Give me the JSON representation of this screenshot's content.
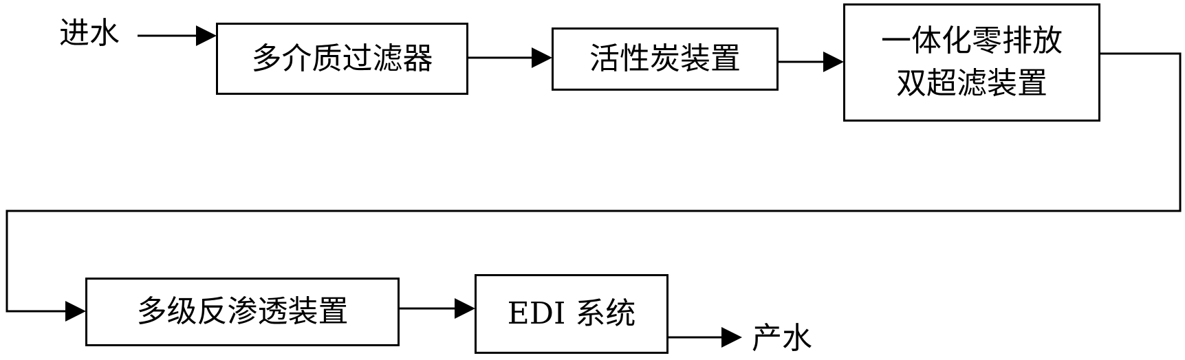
{
  "input_label": "进水",
  "output_label": "产水",
  "nodes": {
    "multimedia_filter": "多介质过滤器",
    "activated_carbon": "活性炭装置",
    "double_uf_line1": "一体化零排放",
    "double_uf_line2": "双超滤装置",
    "multistage_ro": "多级反渗透装置",
    "edi_system": "EDI 系统"
  }
}
